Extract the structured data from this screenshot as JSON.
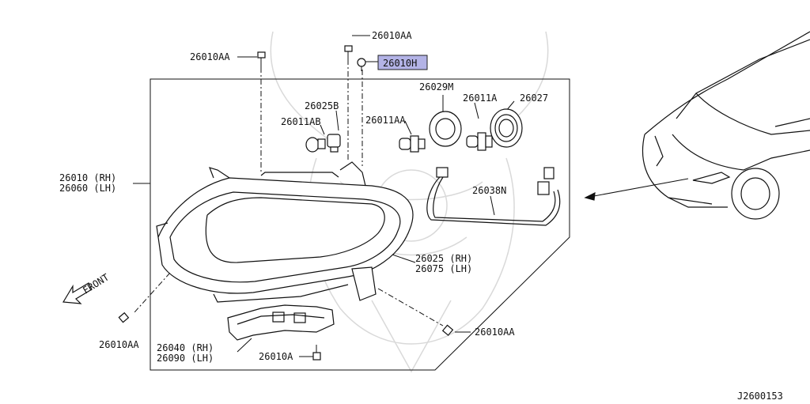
{
  "labels": {
    "screw_top_left": "26010AA",
    "screw_top_mid": "26010AA",
    "clip_top": "26010H",
    "bulb_26029m": "26029M",
    "bulb_26011a": "26011A",
    "cap_26027": "26027",
    "socket_26025b": "26025B",
    "bulb_26011ab": "26011AB",
    "bulb_26011aa": "26011AA",
    "lamp_rh": "26010 (RH)",
    "lamp_lh": "26060 (LH)",
    "harness": "26038N",
    "lens_rh": "26025 (RH)",
    "lens_lh": "26075 (LH)",
    "front": "FRONT",
    "screw_bottom_left": "26010AA",
    "bracket_rh": "26040 (RH)",
    "bracket_lh": "26090 (LH)",
    "screw_bottom_mid": "26010A",
    "screw_bottom_right": "26010AA",
    "diagram_code": "J2600153"
  },
  "colors": {
    "highlight": "#b3b3e6",
    "line": "#111111",
    "watermark": "#d9d9d9"
  }
}
